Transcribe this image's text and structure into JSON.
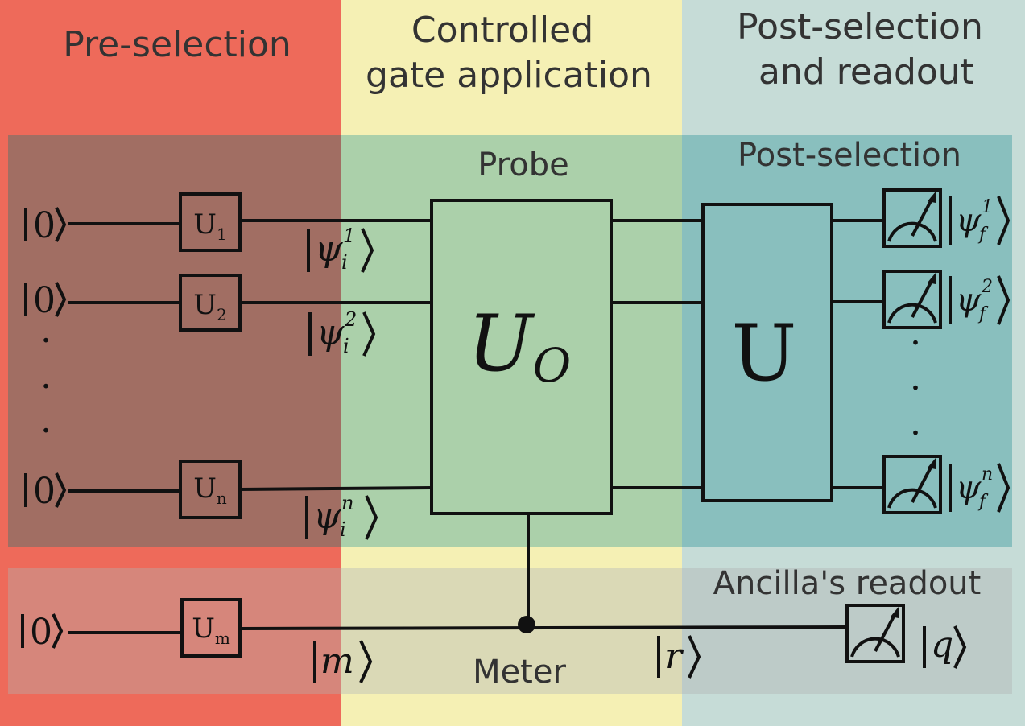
{
  "sections": {
    "preselection": "Pre-selection",
    "controlled_line1": "Controlled",
    "controlled_line2": "gate application",
    "postsel_line1": "Post-selection",
    "postsel_line2": "and readout"
  },
  "bands": {
    "probe": "Probe",
    "postselection": "Post-selection",
    "ancilla_readout": "Ancilla's readout",
    "meter": "Meter"
  },
  "gates": {
    "u1": {
      "base": "U",
      "sub": "1"
    },
    "u2": {
      "base": "U",
      "sub": "2"
    },
    "un": {
      "base": "U",
      "sub": "n"
    },
    "um": {
      "base": "U",
      "sub": "m"
    },
    "uo": {
      "base": "U",
      "sub": "O"
    },
    "u": "U"
  },
  "kets": {
    "zero": "0",
    "psi": "ψ",
    "initial_sub": "i",
    "final_sub": "f",
    "sup1": "1",
    "sup2": "2",
    "supn": "n",
    "m": "m",
    "r": "r",
    "q": "q"
  },
  "ellipsis_dot": "."
}
